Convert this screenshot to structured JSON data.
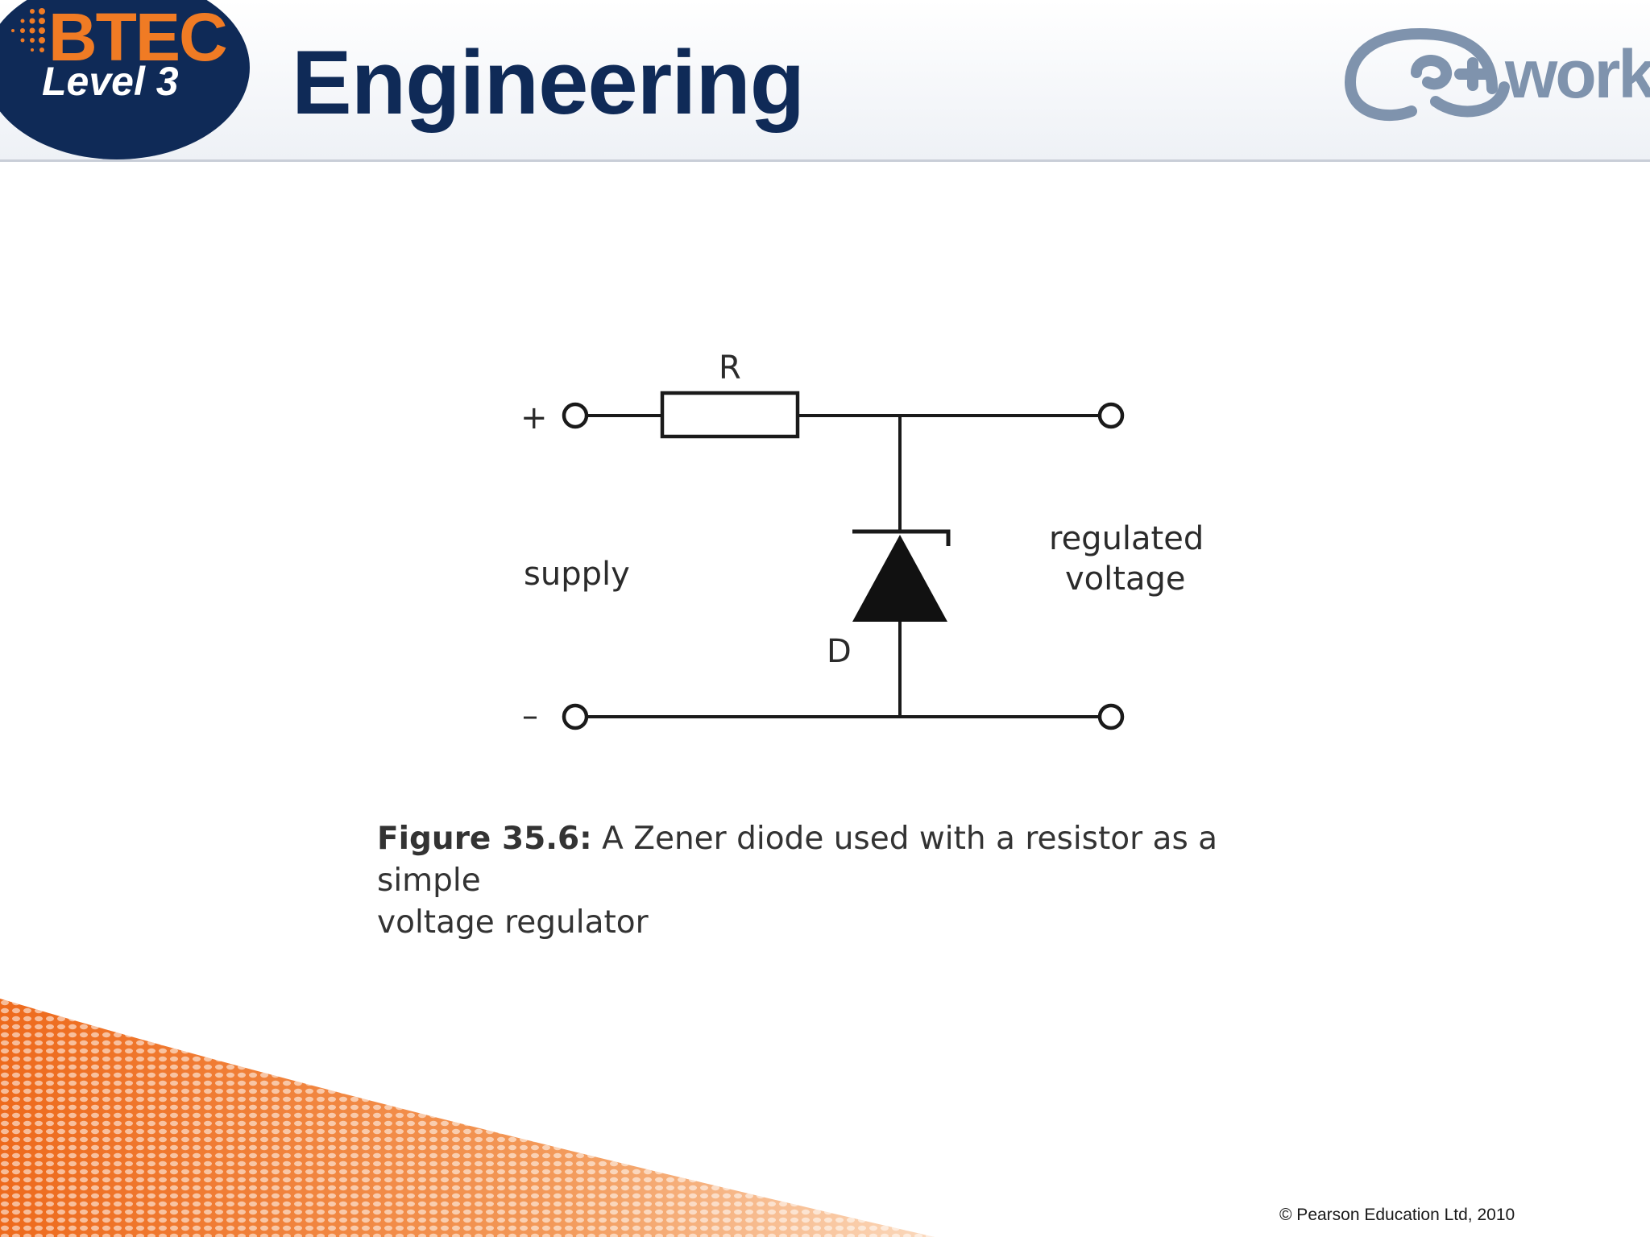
{
  "colors": {
    "brand_navy": "#0f2a57",
    "brand_orange": "#f07b24",
    "partner_grey_blue": "#7f93ad",
    "circuit_line": "#1a1a1a"
  },
  "header": {
    "logo": {
      "word": "BTEC",
      "level": "Level 3"
    },
    "title": "Engineering",
    "partner_logo": {
      "icon": "work-logo-icon",
      "word": "work"
    }
  },
  "circuit": {
    "resistor_label": "R",
    "diode_label": "D",
    "plus_sign": "+",
    "minus_sign": "–",
    "supply_label": "supply",
    "output_label_line1": "regulated",
    "output_label_line2": "voltage"
  },
  "caption": {
    "figure_number": "Figure 35.6:",
    "text_line1": " A Zener diode used with a resistor as a simple",
    "text_line2": "voltage regulator"
  },
  "footer": {
    "copyright": "© Pearson Education Ltd, 2010"
  }
}
